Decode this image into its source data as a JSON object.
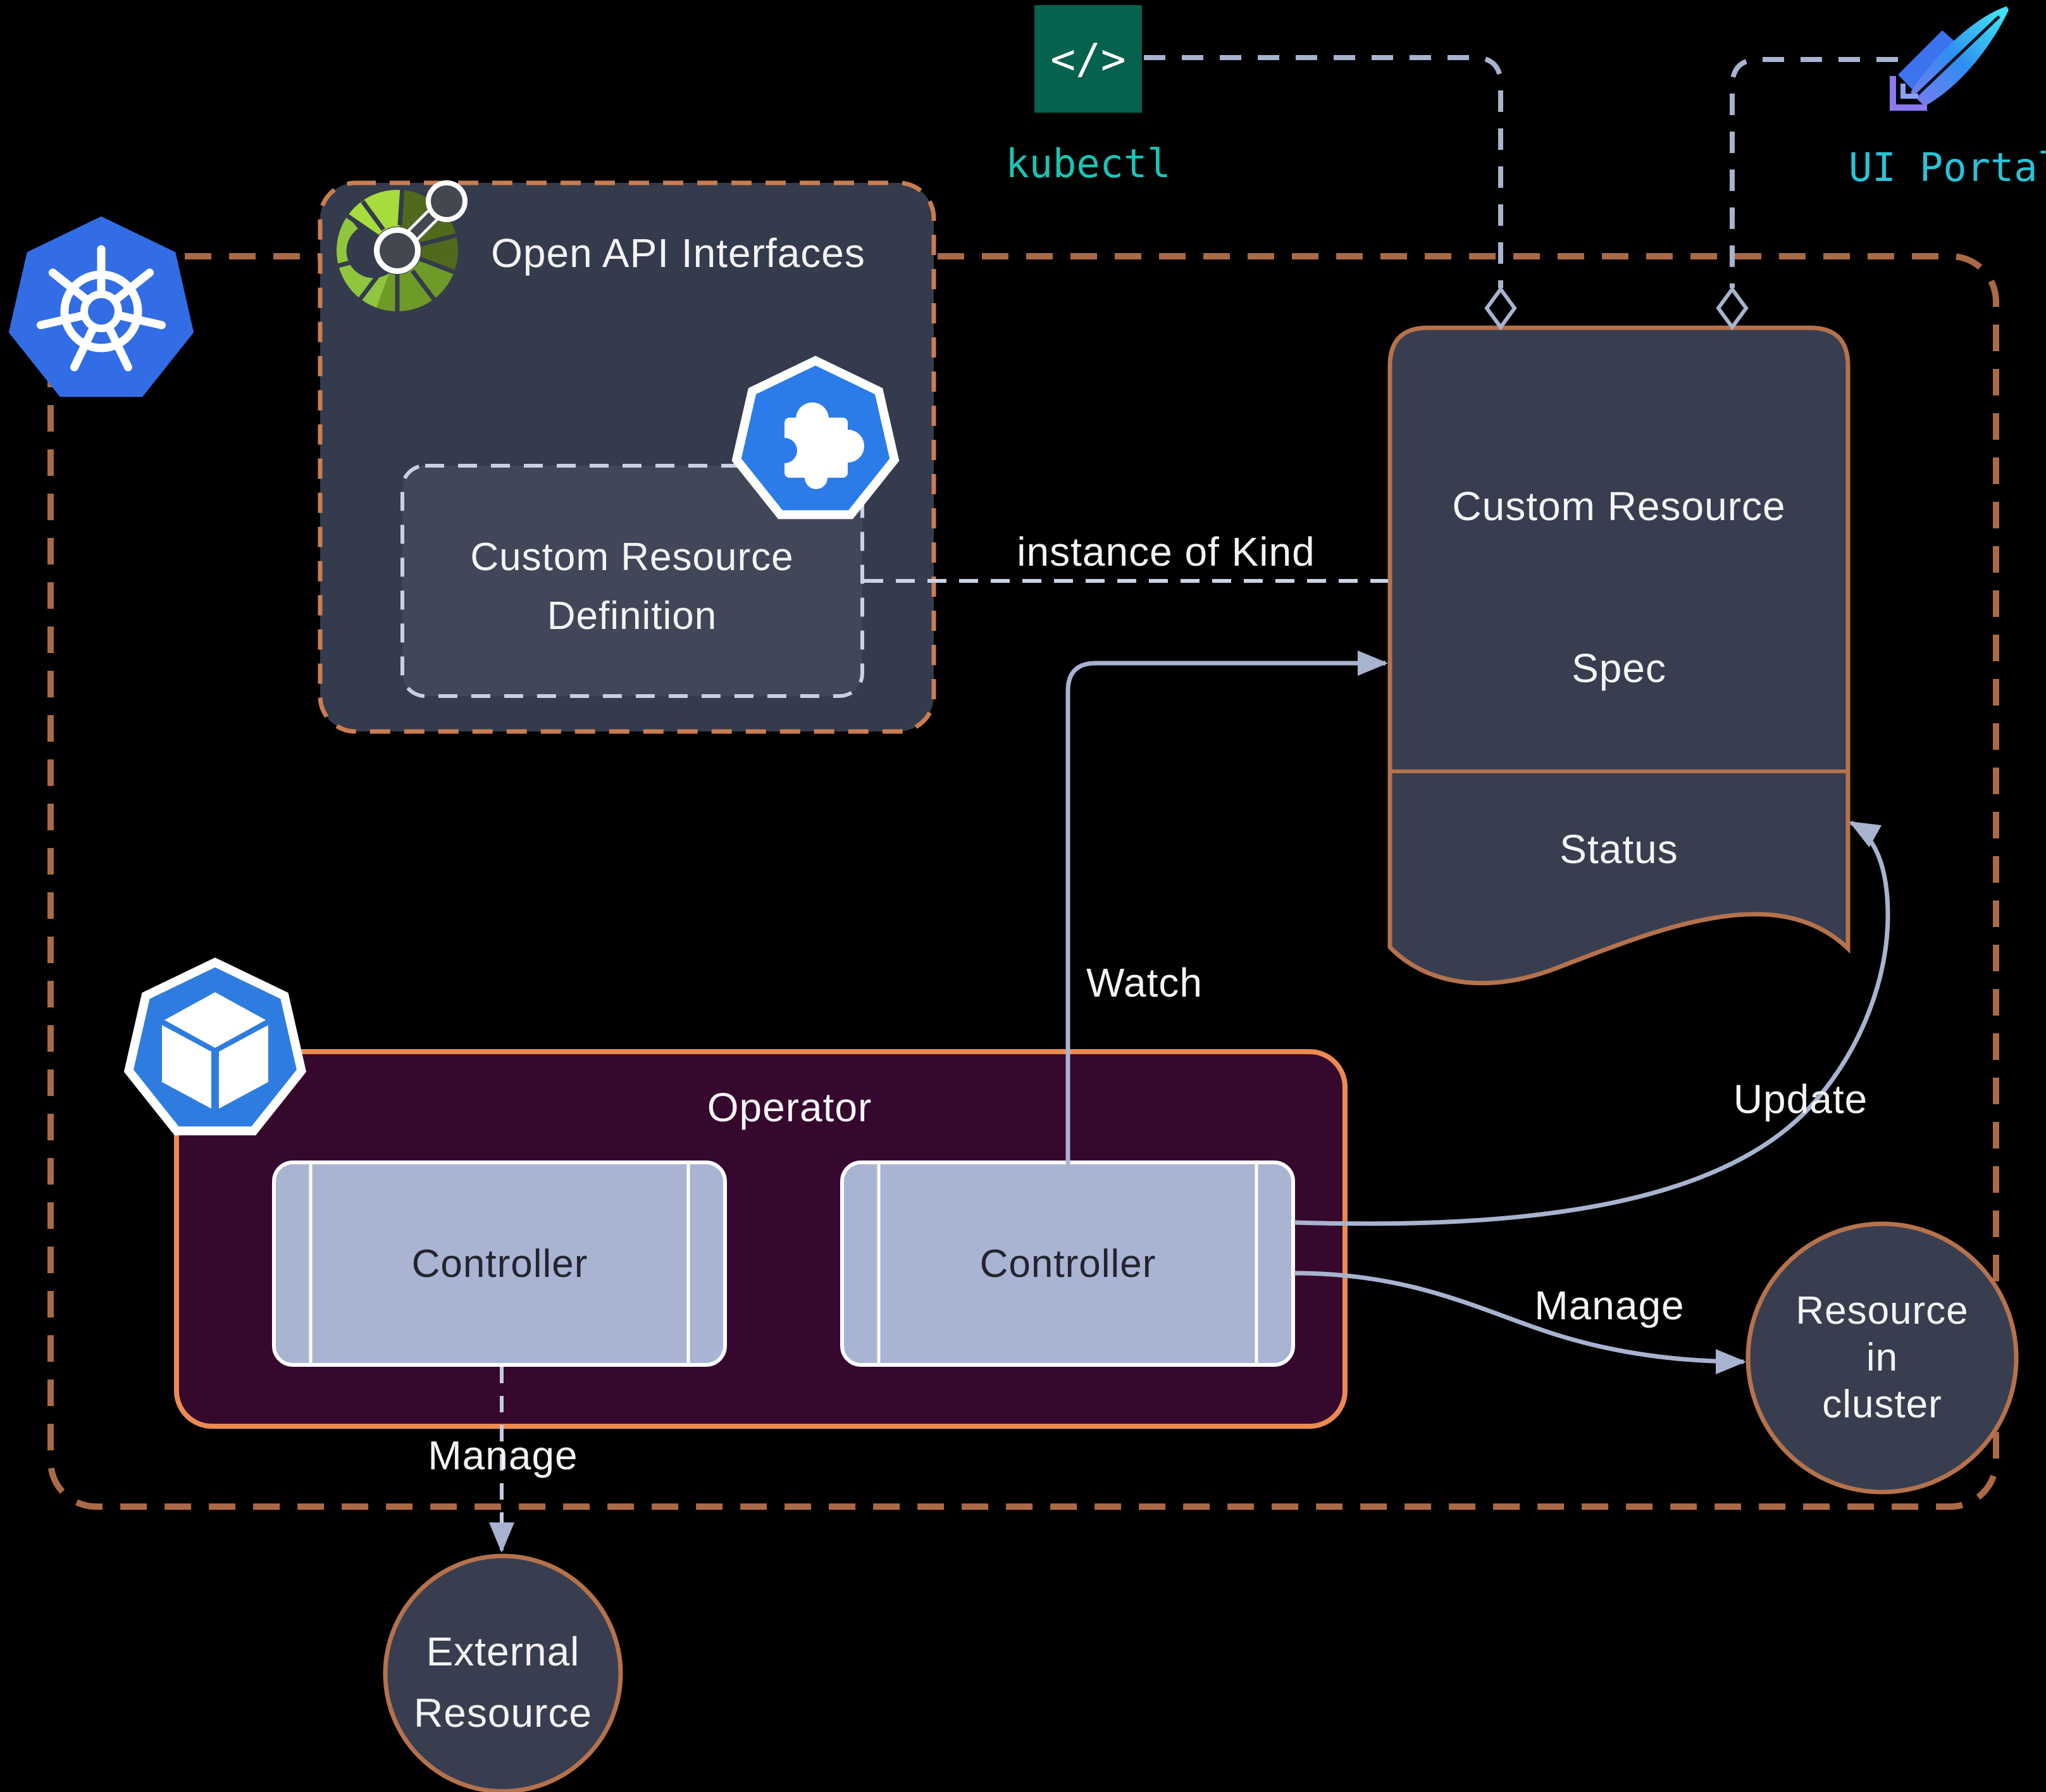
{
  "colors": {
    "background": "#000000",
    "cluster_border": "#ab6a46",
    "node_fill": "#383e4f",
    "node_border": "#b5724c",
    "open_api_fill": "#343b4c",
    "crd_fill": "#414759",
    "operator_fill": "#36082e",
    "operator_border": "#ec8b51",
    "controller_fill": "#a9b4d3",
    "connector": "#a8b3cf",
    "light_dash": "#ccd3e8",
    "kubectl_accent": "#17c5b5",
    "ui_portal_accent": "#28c3d7",
    "kubernetes_blue": "#326de6",
    "icon_blue": "#2b7ce9",
    "openapi_green": "#8fc63d",
    "kubectl_icon_bg": "#06614e"
  },
  "nodes": {
    "open_api": {
      "title": "Open API Interfaces"
    },
    "crd": {
      "lines": [
        "Custom Resource",
        "Definition"
      ]
    },
    "custom_resource": {
      "title": "Custom Resource",
      "spec_label": "Spec",
      "status_label": "Status"
    },
    "operator": {
      "title": "Operator",
      "controllers": [
        "Controller",
        "Controller"
      ]
    },
    "resource_in_cluster": {
      "lines": [
        "Resource",
        "in",
        "cluster"
      ]
    },
    "external_resource": {
      "lines": [
        "External",
        "Resource"
      ]
    },
    "kubectl": {
      "label": "kubectl",
      "icon_glyph": "</>"
    },
    "ui_portal": {
      "label": "UI Portal"
    }
  },
  "edges": {
    "instance_of_kind": {
      "label": "instance of Kind"
    },
    "watch": {
      "label": "Watch"
    },
    "update": {
      "label": "Update"
    },
    "manage_cluster": {
      "label": "Manage"
    },
    "manage_external": {
      "label": "Manage"
    }
  }
}
